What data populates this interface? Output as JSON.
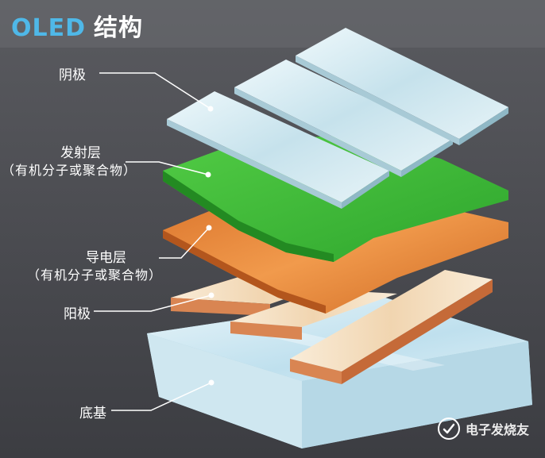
{
  "title": {
    "en": "OLED",
    "zh": "结构"
  },
  "labels": {
    "cathode": "阴极",
    "emissive_layer": "发射层",
    "emissive_layer_note": "（有机分子或聚合物）",
    "conductive_layer": "导电层",
    "conductive_layer_note": "（有机分子或聚合物）",
    "anode": "阳极",
    "substrate": "底基"
  },
  "watermark": "电子发烧友",
  "colors": {
    "background": "#4a4b50",
    "title_accent": "#4fb8e8",
    "cathode": "#cfe6ef",
    "emissive_layer": "#3db83a",
    "conductive_layer": "#e98a3a",
    "anode": "#f3dcc0",
    "anode_edge": "#d07a48",
    "substrate": "#d8ecf4"
  }
}
